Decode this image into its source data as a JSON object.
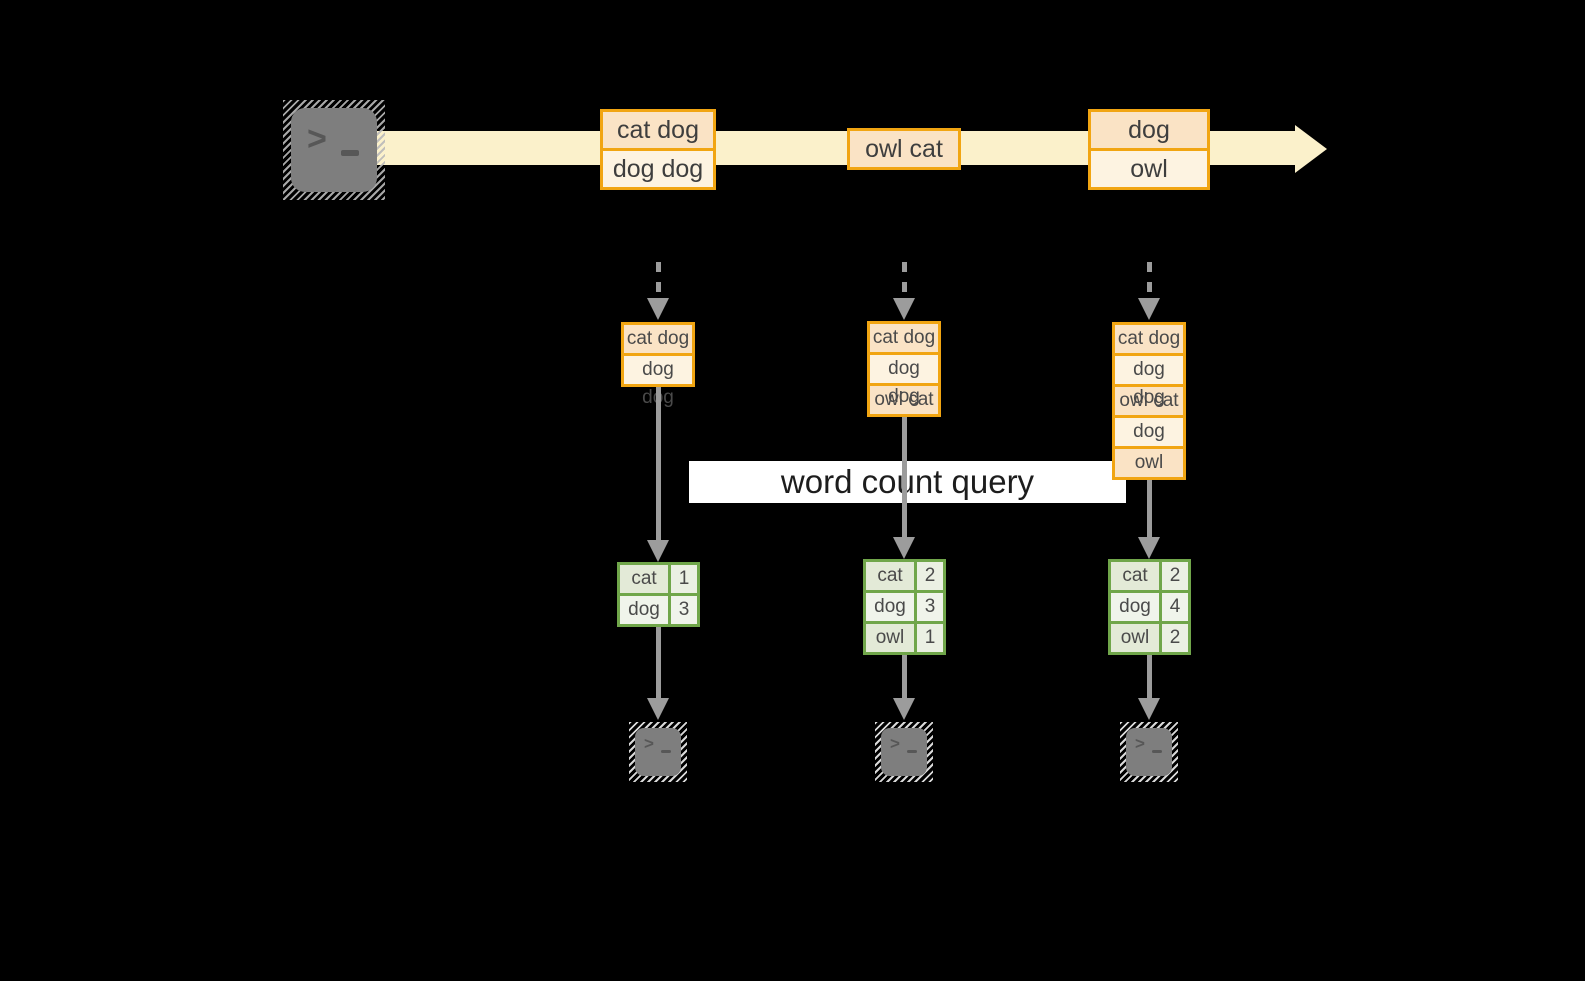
{
  "banner": {
    "label": "word count query"
  },
  "terminal": {
    "prompt_chevron": ">",
    "prompt_cursor": "_"
  },
  "stream": {
    "messages": [
      {
        "rows": [
          "cat dog",
          "dog dog"
        ]
      },
      {
        "rows": [
          "owl cat"
        ]
      },
      {
        "rows": [
          "dog",
          "owl"
        ]
      }
    ]
  },
  "columns": [
    {
      "batch": [
        "cat dog",
        "dog dog"
      ],
      "counts": [
        {
          "word": "cat",
          "count": "1"
        },
        {
          "word": "dog",
          "count": "3"
        }
      ]
    },
    {
      "batch": [
        "cat dog",
        "dog dog",
        "owl cat"
      ],
      "counts": [
        {
          "word": "cat",
          "count": "2"
        },
        {
          "word": "dog",
          "count": "3"
        },
        {
          "word": "owl",
          "count": "1"
        }
      ]
    },
    {
      "batch": [
        "cat dog",
        "dog dog",
        "owl cat",
        "dog",
        "owl"
      ],
      "counts": [
        {
          "word": "cat",
          "count": "2"
        },
        {
          "word": "dog",
          "count": "4"
        },
        {
          "word": "owl",
          "count": "2"
        }
      ]
    }
  ],
  "colors": {
    "accent_orange": "#F1A512",
    "peach_dark": "#FAE3C5",
    "peach_light": "#FDF3E1",
    "band_yellow": "#FBF1CB",
    "green_border": "#70A64A",
    "green_dark": "#E3EAD7",
    "green_light": "#F0F4EB",
    "arrow_gray": "#9C9C9C",
    "terminal_gray": "#7E7E7E",
    "banner_bg": "#FFFFFF",
    "background": "#000000"
  }
}
